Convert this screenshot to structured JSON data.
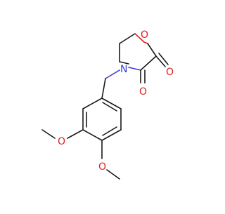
{
  "molecule": {
    "atoms": {
      "n1": "N",
      "o_ring": "O",
      "o_carbonyl_1": "O",
      "o_carbonyl_2": "O",
      "o_methoxy_1": "O",
      "o_methoxy_2": "O"
    },
    "colors": {
      "carbon_bond": "#1a1a1a",
      "nitrogen": "#3a3ad4",
      "oxygen": "#e02020",
      "background": "#ffffff"
    }
  }
}
